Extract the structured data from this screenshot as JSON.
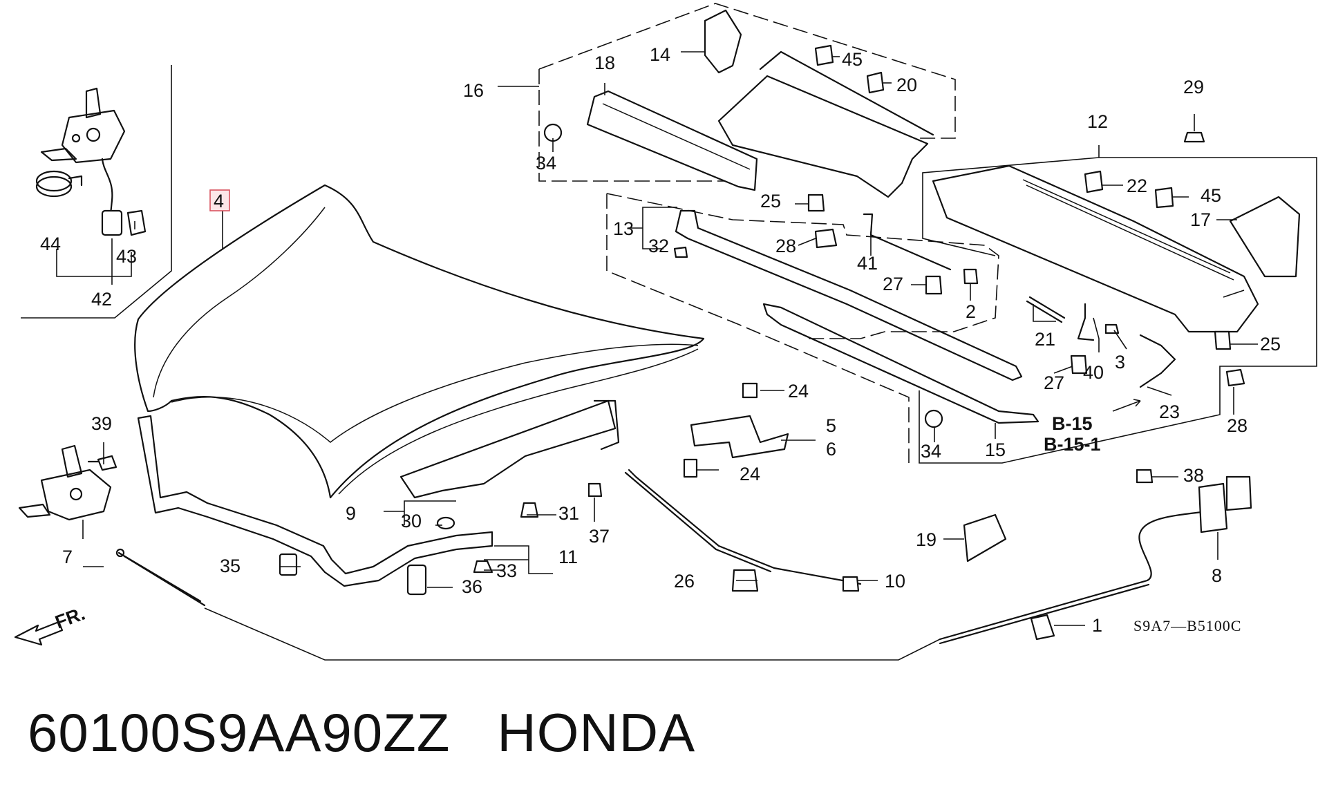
{
  "caption": {
    "part_number": "60100S9AA90ZZ",
    "brand": "HONDA"
  },
  "diagram": {
    "code": "S9A7—B5100C",
    "front_marker": "FR.",
    "highlighted_part": "4",
    "references": [
      "B-15",
      "B-15-1"
    ],
    "callouts": [
      "1",
      "2",
      "3",
      "4",
      "5",
      "6",
      "7",
      "8",
      "9",
      "10",
      "11",
      "12",
      "13",
      "14",
      "15",
      "16",
      "17",
      "18",
      "19",
      "20",
      "21",
      "22",
      "23",
      "24",
      "24",
      "25",
      "25",
      "26",
      "27",
      "27",
      "28",
      "28",
      "29",
      "30",
      "31",
      "32",
      "33",
      "34",
      "34",
      "35",
      "36",
      "37",
      "38",
      "39",
      "40",
      "41",
      "42",
      "43",
      "44",
      "45",
      "45"
    ]
  }
}
